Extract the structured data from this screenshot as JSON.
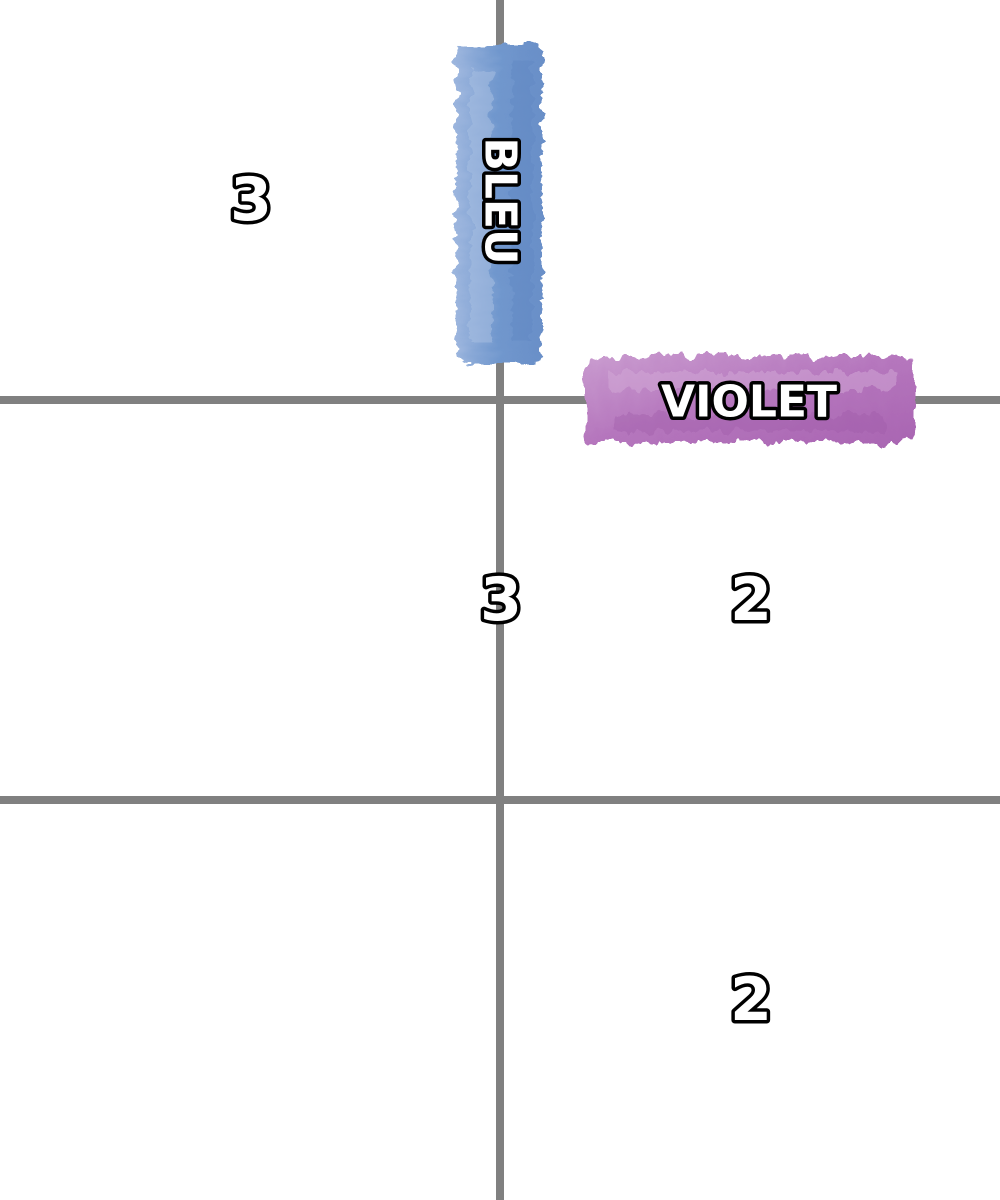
{
  "grid": {
    "rows": 3,
    "cols": 2,
    "line_color": "#808080",
    "background": "#ffffff"
  },
  "cell_numbers": [
    {
      "row": 0,
      "col": 0,
      "value": "3"
    },
    {
      "row": 1,
      "col": 0,
      "value": "3"
    },
    {
      "row": 1,
      "col": 1,
      "value": "2"
    },
    {
      "row": 2,
      "col": 1,
      "value": "2"
    }
  ],
  "color_strokes": {
    "bleu": {
      "label": "BLEU",
      "color": "#6f92c9",
      "orientation": "vertical"
    },
    "violet": {
      "label": "VIOLET",
      "color": "#b06fb8",
      "orientation": "horizontal"
    }
  }
}
